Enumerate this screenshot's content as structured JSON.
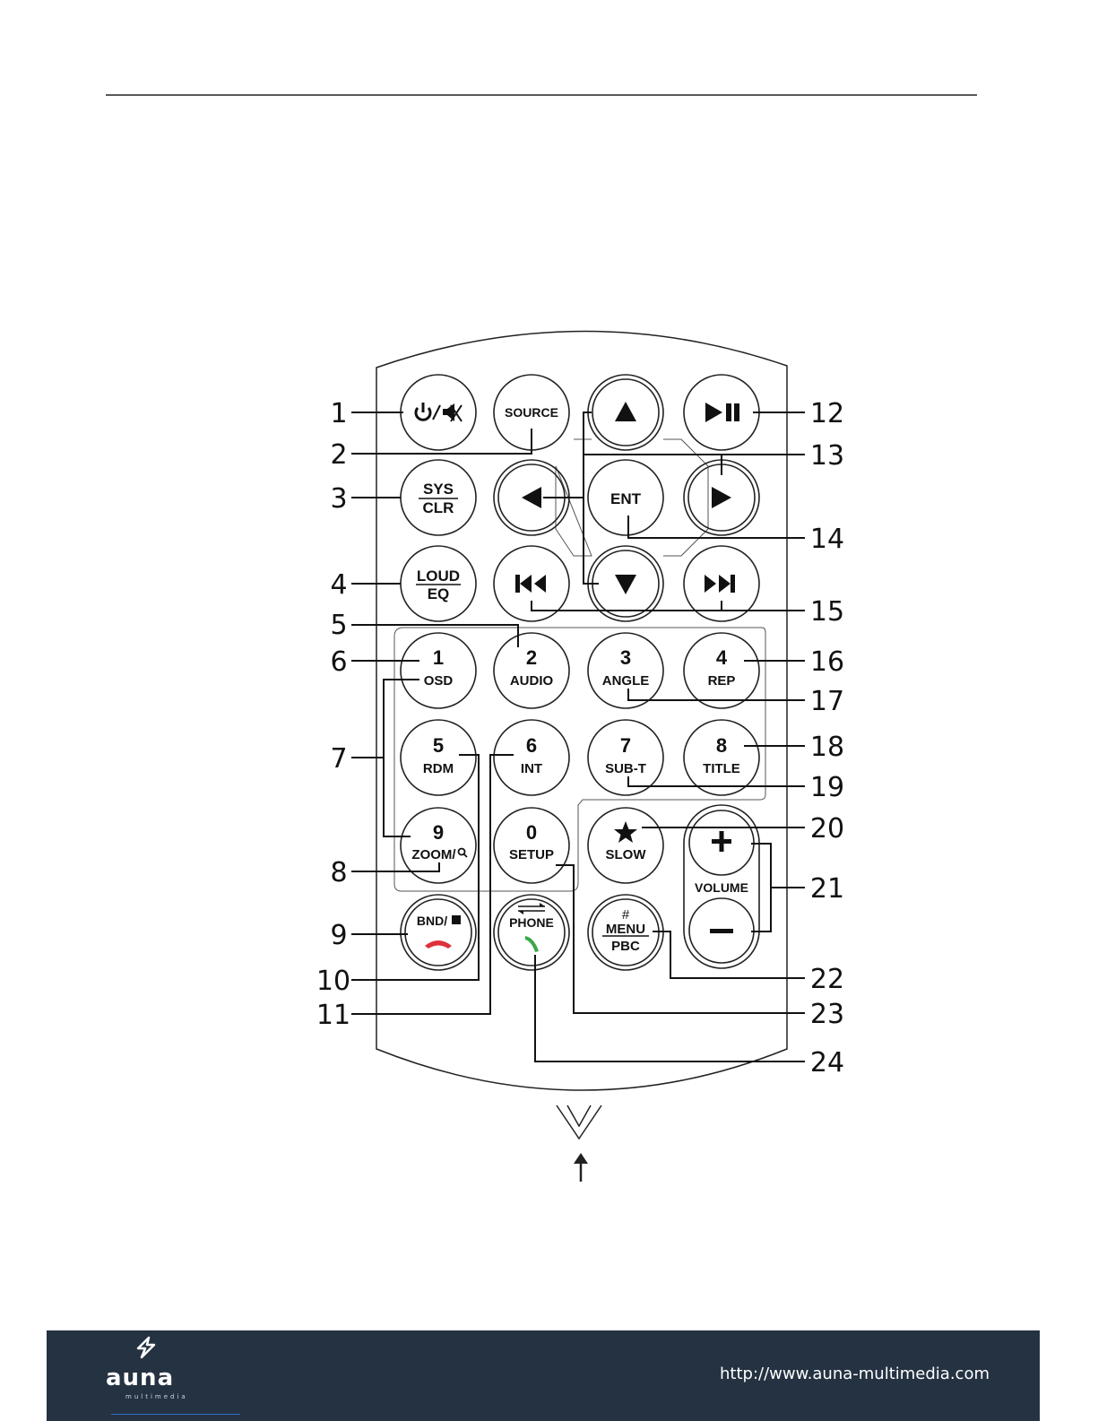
{
  "brand": {
    "name": "auna",
    "tagline": "multimedia",
    "url": "http://www.auna-multimedia.com"
  },
  "colors": {
    "footer_bg": "#243242",
    "hangup_red": "#e0303a",
    "call_green": "#3aa84a"
  },
  "buttons": {
    "source": "SOURCE",
    "sys": "SYS",
    "clr": "CLR",
    "loud": "LOUD",
    "eq": "EQ",
    "ent": "ENT",
    "n1": "1",
    "osd": "OSD",
    "n2": "2",
    "audio": "AUDIO",
    "n3": "3",
    "angle": "ANGLE",
    "n4": "4",
    "rep": "REP",
    "n5": "5",
    "rdm": "RDM",
    "n6": "6",
    "int": "INT",
    "n7": "7",
    "subt": "SUB-T",
    "n8": "8",
    "title": "TITLE",
    "n9": "9",
    "zoom": "ZOOM/",
    "n0": "0",
    "setup": "SETUP",
    "slow": "SLOW",
    "volume": "VOLUME",
    "bnd": "BND/",
    "phone": "PHONE",
    "hash": "#",
    "menu": "MENU",
    "pbc": "PBC"
  },
  "callouts": [
    "1",
    "2",
    "3",
    "4",
    "5",
    "6",
    "7",
    "8",
    "9",
    "10",
    "11",
    "12",
    "13",
    "14",
    "15",
    "16",
    "17",
    "18",
    "19",
    "20",
    "21",
    "22",
    "23",
    "24"
  ],
  "icons": {
    "power_mute": "power-mute-icon",
    "up": "arrow-up-icon",
    "down": "arrow-down-icon",
    "left": "arrow-left-icon",
    "right": "arrow-right-icon",
    "play_pause": "play-pause-icon",
    "prev": "skip-previous-icon",
    "next": "skip-next-icon",
    "star": "star-icon",
    "plus": "plus-icon",
    "minus": "minus-icon",
    "hangup": "hang-up-icon",
    "call": "call-icon"
  }
}
